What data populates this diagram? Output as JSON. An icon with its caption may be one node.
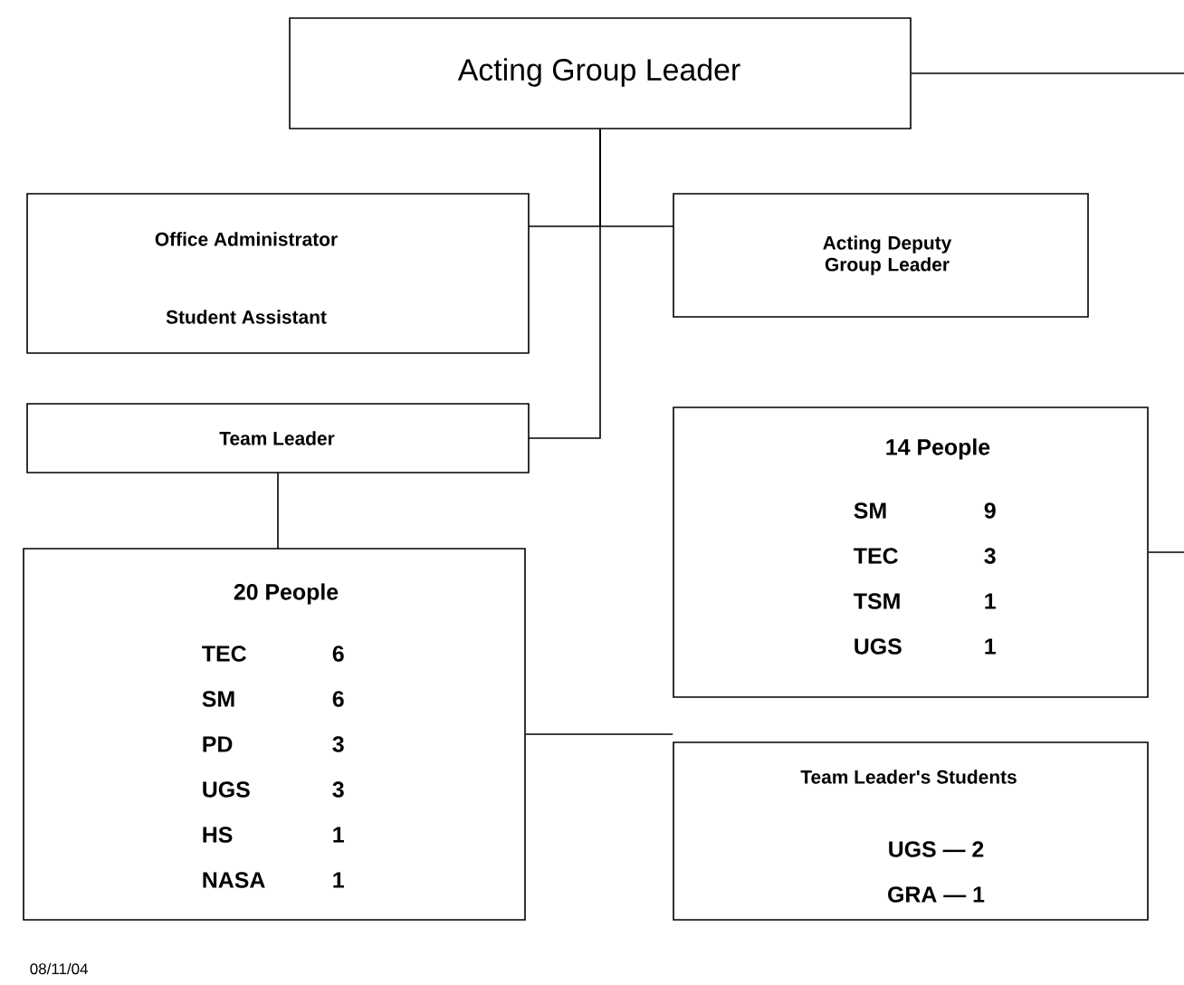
{
  "diagram": {
    "nodes": [
      {
        "text": [
          "Acting Group Leader"
        ]
      },
      {
        "text": [
          "Office Administrator",
          "Student Assistant"
        ]
      },
      {
        "text": [
          "Acting Deputy Group Leader"
        ]
      },
      {
        "text": [
          "Team Leader"
        ]
      },
      {
        "text": [
          "14 People",
          "SM",
          "9",
          "TEC",
          "3",
          "TSM",
          "1",
          "UGS",
          "1"
        ]
      },
      {
        "text": [
          "20 People",
          "TEC",
          "6",
          "SM",
          "6",
          "PD",
          "3",
          "UGS",
          "3",
          "HS",
          "1",
          "NASA",
          "1"
        ]
      },
      {
        "text": [
          "Team Leader's Students",
          "UGS — 2",
          "GRA — 1"
        ]
      }
    ],
    "edges": [
      {
        "from": 0,
        "to": null,
        "arrow": "none"
      },
      {
        "from": 0,
        "to": 1,
        "arrow": "none"
      },
      {
        "from": 0,
        "to": 2,
        "arrow": "none"
      },
      {
        "from": 0,
        "to": 3,
        "arrow": "none"
      },
      {
        "from": 4,
        "to": null,
        "arrow": "none"
      },
      {
        "from": 3,
        "to": 5,
        "arrow": "none"
      },
      {
        "from": 5,
        "to": 6,
        "arrow": "none"
      }
    ],
    "labels": [
      "08/11/04"
    ]
  }
}
